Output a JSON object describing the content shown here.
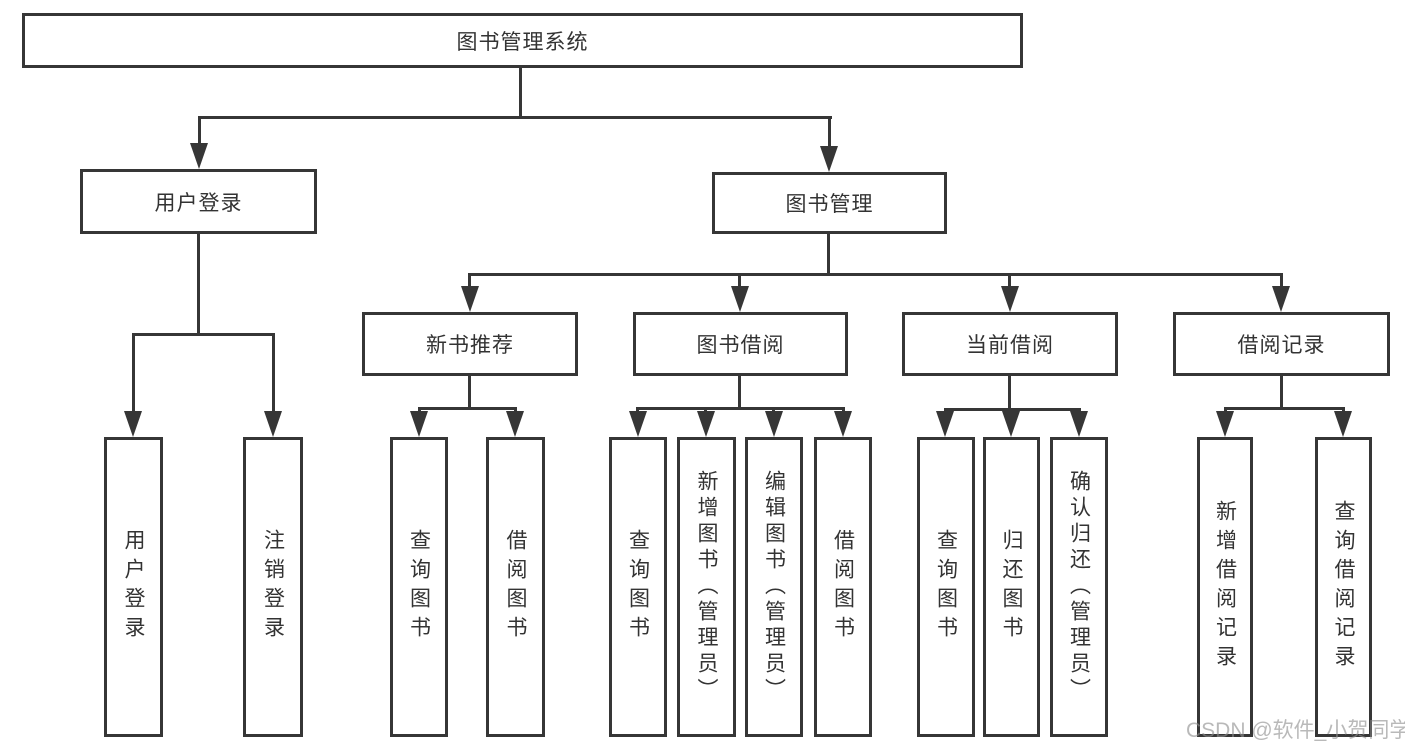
{
  "diagram": {
    "title_node": "图书管理系统",
    "level2": {
      "user_login": "用户登录",
      "book_mgmt": "图书管理"
    },
    "level3": {
      "new_book": "新书推荐",
      "book_borrow": "图书借阅",
      "current_borrow": "当前借阅",
      "borrow_record": "借阅记录"
    },
    "leaves": {
      "user_login_login": "用户登录",
      "user_login_logout": "注销登录",
      "newbook_query": "查询图书",
      "newbook_borrow": "借阅图书",
      "borrow_query": "查询图书",
      "borrow_add": "新增图书（管理员）",
      "borrow_edit": "编辑图书（管理员）",
      "borrow_borrow": "借阅图书",
      "current_query": "查询图书",
      "current_return": "归还图书",
      "current_confirm": "确认归还（管理员）",
      "record_add": "新增借阅记录",
      "record_query": "查询借阅记录"
    }
  },
  "watermark": "CSDN @软件_小贺同学",
  "colors": {
    "line": "#363636",
    "text": "#333333",
    "background": "#ffffff",
    "watermark_text": "#8f8f8f"
  }
}
